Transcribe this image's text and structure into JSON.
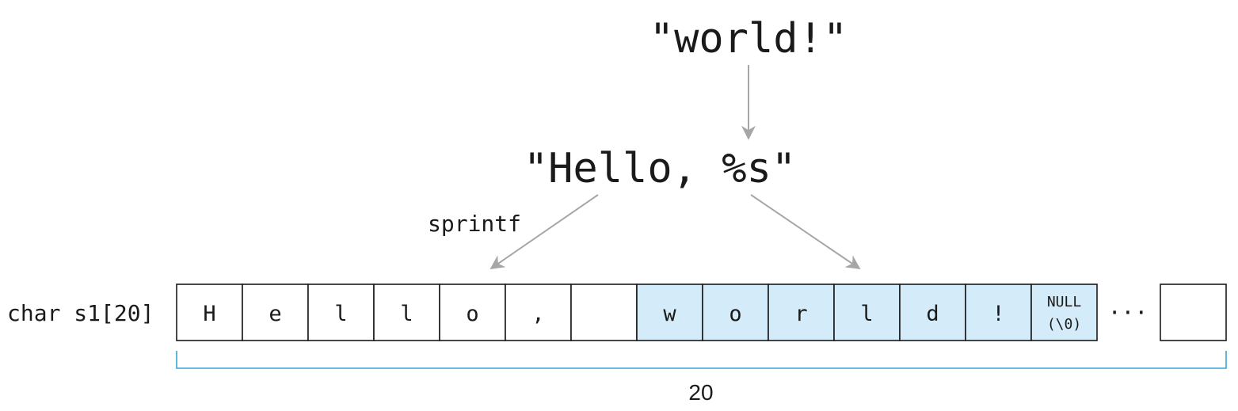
{
  "source_string": "\"world!\"",
  "format_string": "\"Hello, %s\"",
  "function_label": "sprintf",
  "array_label": "char s1[20]",
  "ellipsis": "···",
  "size_label": "20",
  "colors": {
    "highlight": "#d4ecf9",
    "cell_plain": "#ffffff",
    "border": "#1a1a1a",
    "arrow": "#a6a6a6",
    "brace": "#35a7d6"
  },
  "cells": [
    {
      "char": "H",
      "highlight": false
    },
    {
      "char": "e",
      "highlight": false
    },
    {
      "char": "l",
      "highlight": false
    },
    {
      "char": "l",
      "highlight": false
    },
    {
      "char": "o",
      "highlight": false
    },
    {
      "char": ",",
      "highlight": false
    },
    {
      "char": "",
      "highlight": false
    },
    {
      "char": "w",
      "highlight": true
    },
    {
      "char": "o",
      "highlight": true
    },
    {
      "char": "r",
      "highlight": true
    },
    {
      "char": "l",
      "highlight": true
    },
    {
      "char": "d",
      "highlight": true
    },
    {
      "char": "!",
      "highlight": true
    },
    {
      "char": "NULL",
      "sub": "(\\0)",
      "highlight": true
    }
  ],
  "last_cell": {
    "char": "",
    "highlight": false
  }
}
